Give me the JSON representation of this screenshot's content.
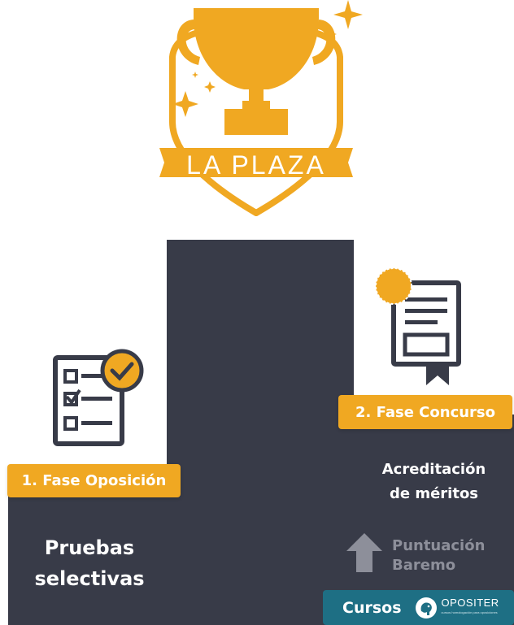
{
  "crest": {
    "title": "LA PLAZA"
  },
  "fase_oposicion": {
    "label": "1. Fase Oposición",
    "description_line1": "Pruebas",
    "description_line2": "selectivas"
  },
  "fase_concurso": {
    "label": "2. Fase Concurso",
    "description_line1": "Acreditación",
    "description_line2": "de méritos"
  },
  "puntuacion": {
    "line1": "Puntuación",
    "line2": "Baremo"
  },
  "cursos": {
    "label": "Cursos",
    "brand": "OPOSITER",
    "tagline": "cursos homologación para oposiciones"
  },
  "colors": {
    "accent": "#f0a822",
    "dark": "#383b48",
    "teal": "#1e6f84",
    "muted": "#8d8f9a"
  },
  "icons": [
    "trophy-icon",
    "sparkle-icon",
    "checklist-icon",
    "check-circle-icon",
    "certificate-icon",
    "arrow-up-icon",
    "elephant-icon"
  ]
}
